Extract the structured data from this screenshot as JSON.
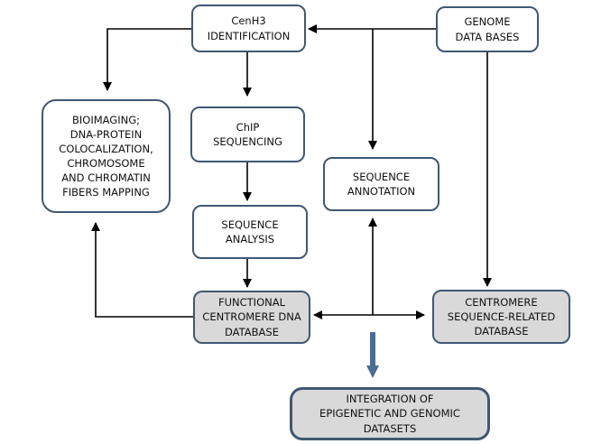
{
  "colors": {
    "border": "#3f5873",
    "highlight_fill": "#d9d9d9",
    "line": "#000000",
    "flow_arrow": "#4a6c95"
  },
  "nodes": {
    "cenh3": "CenH3\nIDENTIFICATION",
    "genome": "GENOME\nDATA BASES",
    "bioimaging": "BIOIMAGING;\nDNA-PROTEIN\nCOLOCALIZATION,\nCHROMOSOME\nAND CHROMATIN\nFIBERS MAPPING",
    "chip": "ChIP\nSEQUENCING",
    "annotation": "SEQUENCE\nANNOTATION",
    "analysis": "SEQUENCE\nANALYSIS",
    "functional": "FUNCTIONAL\nCENTROMERE DNA\nDATABASE",
    "centromere_db": "CENTROMERE\nSEQUENCE-RELATED\nDATABASE",
    "integration": "INTEGRATION OF\nEPIGENETIC AND GENOMIC\nDATASETS"
  }
}
